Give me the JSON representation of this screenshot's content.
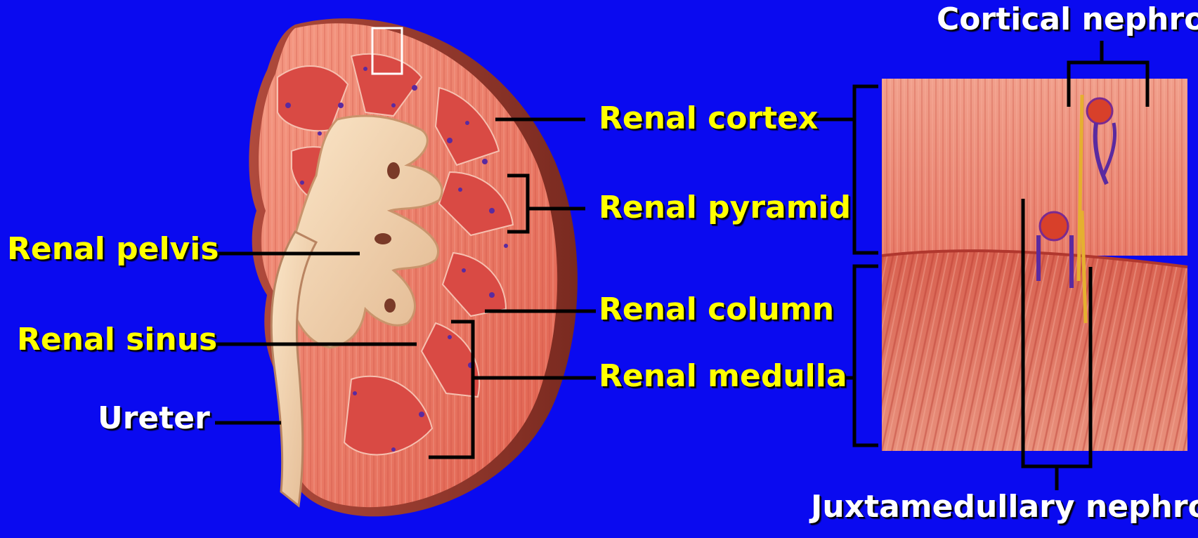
{
  "colors": {
    "background": "#0a0af0",
    "structure_label": "#ffff00",
    "nephron_label": "#ffffff",
    "leader_line": "#000000",
    "tissue": "#ee7a66",
    "tissue_dark": "#c8423a",
    "pelvis": "#f4d6b4",
    "vessels": "#5a2aa0"
  },
  "labels": {
    "cortical_nephron": "Cortical nephron",
    "renal_cortex": "Renal cortex",
    "renal_pyramid": "Renal pyramid",
    "renal_pelvis": "Renal pelvis",
    "renal_column": "Renal column",
    "renal_sinus": "Renal sinus",
    "renal_medulla": "Renal medulla",
    "ureter": "Ureter",
    "juxtamedullary_nephron": "Juxtamedullary nephron"
  }
}
